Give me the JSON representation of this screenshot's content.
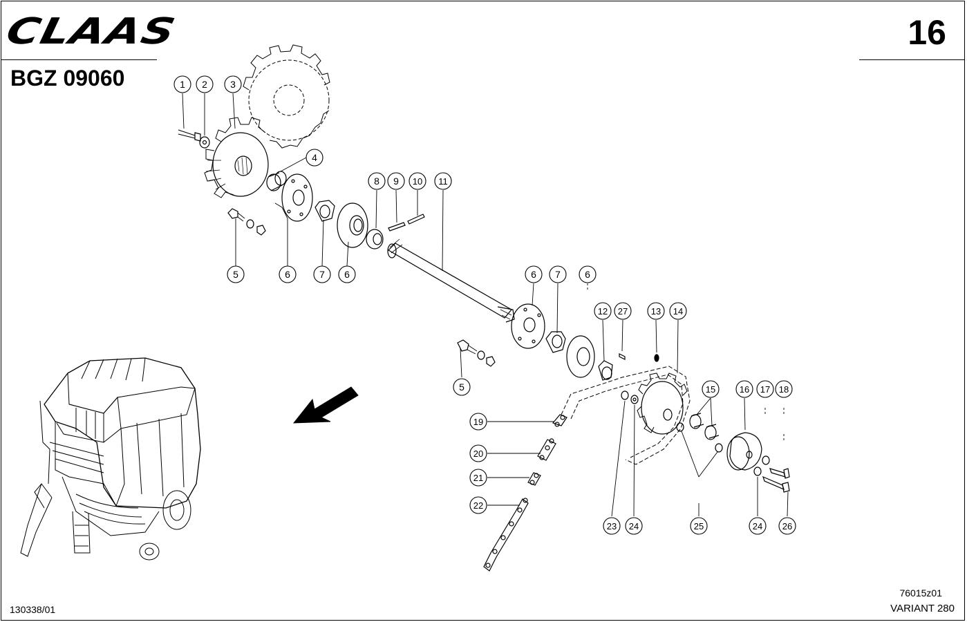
{
  "header": {
    "brand": "CLAAS",
    "group_code": "BGZ 09060",
    "sheet_number": "16"
  },
  "footer": {
    "document_number": "130338/01",
    "figure_ref": "76015z01",
    "model": "VARIANT 280"
  },
  "callouts": [
    {
      "id": "c1",
      "label": "1"
    },
    {
      "id": "c2",
      "label": "2"
    },
    {
      "id": "c3",
      "label": "3"
    },
    {
      "id": "c4",
      "label": "4"
    },
    {
      "id": "c5a",
      "label": "5"
    },
    {
      "id": "c6a",
      "label": "6"
    },
    {
      "id": "c7a",
      "label": "7"
    },
    {
      "id": "c6b",
      "label": "6"
    },
    {
      "id": "c8",
      "label": "8"
    },
    {
      "id": "c9",
      "label": "9"
    },
    {
      "id": "c10",
      "label": "10"
    },
    {
      "id": "c11",
      "label": "11"
    },
    {
      "id": "c6c",
      "label": "6"
    },
    {
      "id": "c7b",
      "label": "7"
    },
    {
      "id": "c6d",
      "label": "6"
    },
    {
      "id": "c12",
      "label": "12"
    },
    {
      "id": "c27",
      "label": "27"
    },
    {
      "id": "c13",
      "label": "13"
    },
    {
      "id": "c14",
      "label": "14"
    },
    {
      "id": "c5b",
      "label": "5"
    },
    {
      "id": "c15",
      "label": "15"
    },
    {
      "id": "c16",
      "label": "16"
    },
    {
      "id": "c17",
      "label": "17"
    },
    {
      "id": "c18",
      "label": "18"
    },
    {
      "id": "c19",
      "label": "19"
    },
    {
      "id": "c20",
      "label": "20"
    },
    {
      "id": "c21",
      "label": "21"
    },
    {
      "id": "c22",
      "label": "22"
    },
    {
      "id": "c23",
      "label": "23"
    },
    {
      "id": "c24a",
      "label": "24"
    },
    {
      "id": "c25",
      "label": "25"
    },
    {
      "id": "c24b",
      "label": "24"
    },
    {
      "id": "c26",
      "label": "26"
    }
  ]
}
